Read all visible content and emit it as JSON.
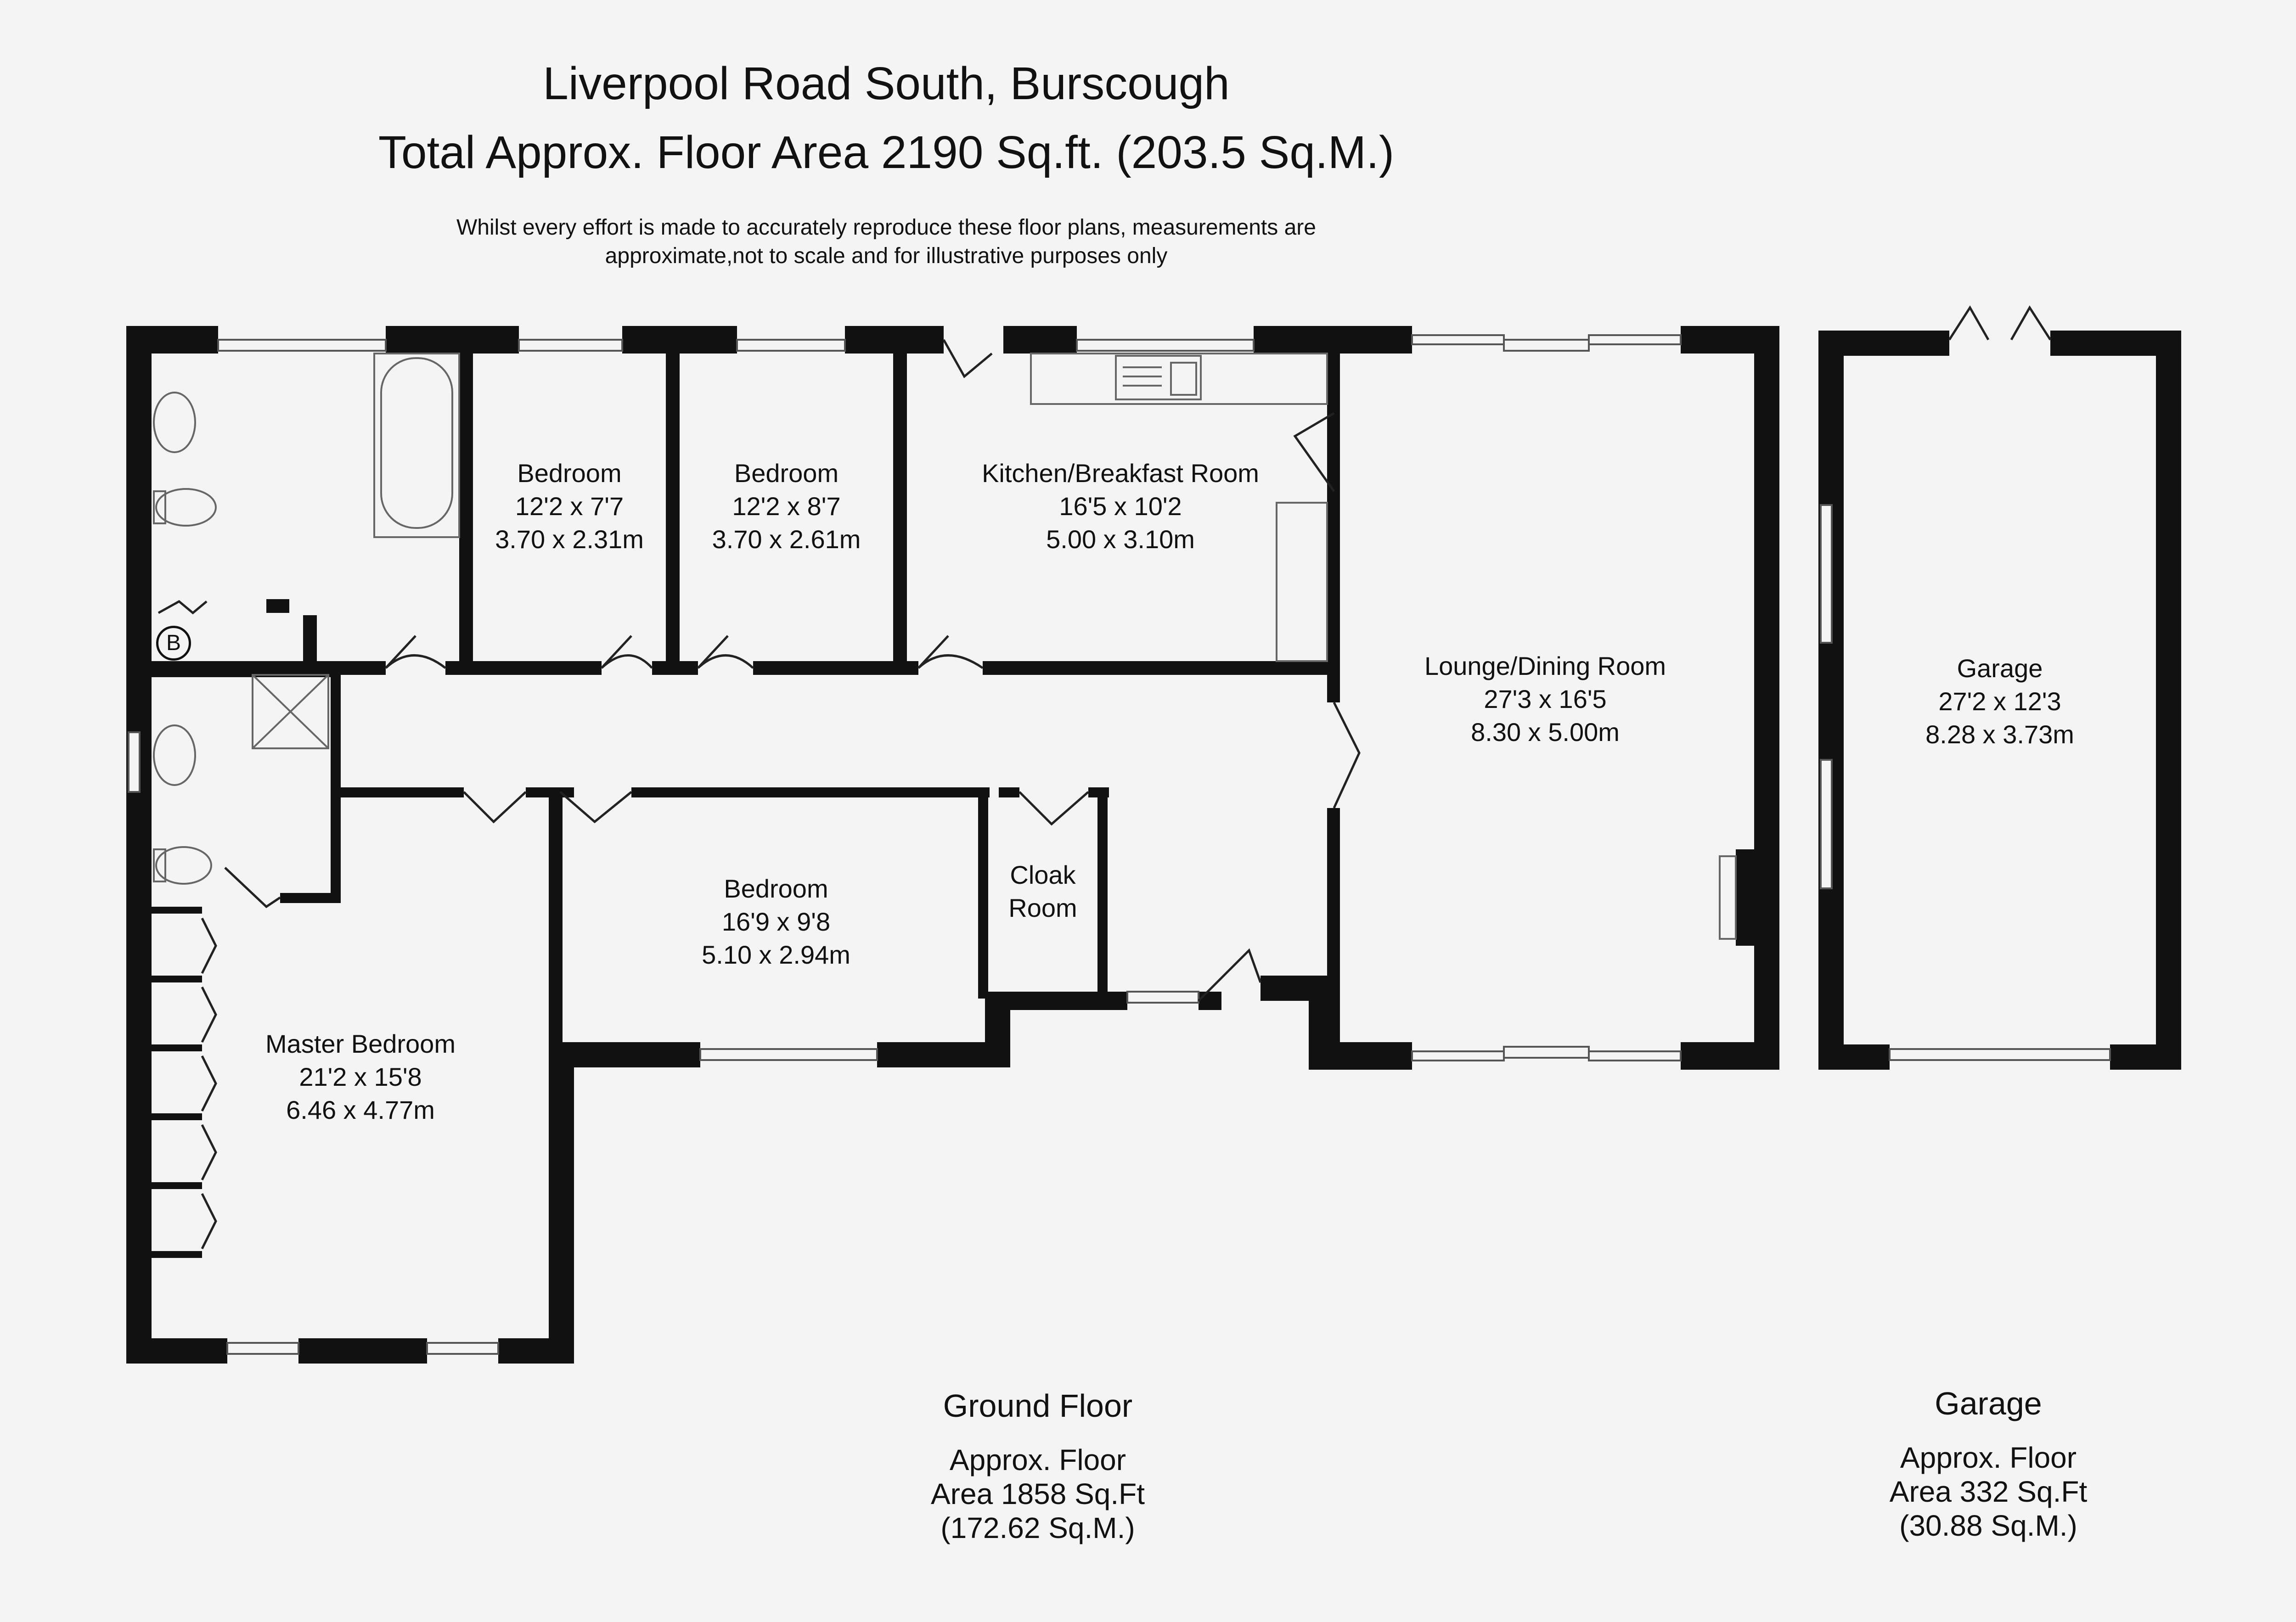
{
  "header": {
    "address": "Liverpool Road South, Burscough",
    "total_area": "Total Approx. Floor Area 2190 Sq.ft. (203.5 Sq.M.)",
    "disclaimer_line1": "Whilst every effort is made to accurately reproduce these floor plans, measurements are",
    "disclaimer_line2": "approximate,not to scale and for illustrative purposes only"
  },
  "rooms": {
    "bedroom_2": {
      "name": "Bedroom",
      "imperial": "12'2 x 7'7",
      "metric": "3.70 x 2.31m"
    },
    "bedroom_3": {
      "name": "Bedroom",
      "imperial": "12'2 x 8'7",
      "metric": "3.70 x 2.61m"
    },
    "kitchen": {
      "name": "Kitchen/Breakfast Room",
      "imperial": "16'5 x 10'2",
      "metric": "5.00 x 3.10m"
    },
    "lounge": {
      "name": "Lounge/Dining Room",
      "imperial": "27'3 x 16'5",
      "metric": "8.30 x 5.00m"
    },
    "garage": {
      "name": "Garage",
      "imperial": "27'2 x 12'3",
      "metric": "8.28 x 3.73m"
    },
    "bedroom_4": {
      "name": "Bedroom",
      "imperial": "16'9 x 9'8",
      "metric": "5.10 x 2.94m"
    },
    "cloak": {
      "line1": "Cloak",
      "line2": "Room"
    },
    "master": {
      "name": "Master Bedroom",
      "imperial": "21'2 x 15'8",
      "metric": "6.46 x 4.77m"
    }
  },
  "boiler_label": "B",
  "floors": {
    "ground": {
      "name": "Ground Floor",
      "line1": "Approx. Floor",
      "line2": "Area 1858 Sq.Ft",
      "line3": "(172.62 Sq.M.)"
    },
    "garage": {
      "name": "Garage",
      "line1": "Approx. Floor",
      "line2": "Area 332 Sq.Ft",
      "line3": "(30.88 Sq.M.)"
    }
  },
  "colors": {
    "wall": "#111111",
    "background": "#f4f4f4",
    "fixture": "#666666"
  }
}
